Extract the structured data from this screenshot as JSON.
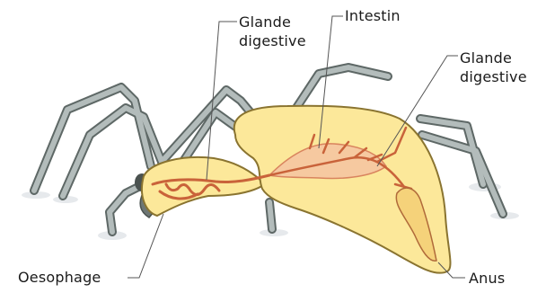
{
  "labels": {
    "glande_digestive_left": "Glande\ndigestive",
    "intestin": "Intestin",
    "glande_digestive_right": "Glande\ndigestive",
    "oesophage": "Oesophage",
    "anus": "Anus"
  },
  "colors": {
    "body_fill": "#fce89a",
    "body_stroke": "#8a7430",
    "intestine_fill": "#f6c9a0",
    "gland_stroke": "#c9633a",
    "leg_fill": "#b3bcbb",
    "leg_stroke": "#5e6866",
    "shadow": "#e4e7ea"
  }
}
